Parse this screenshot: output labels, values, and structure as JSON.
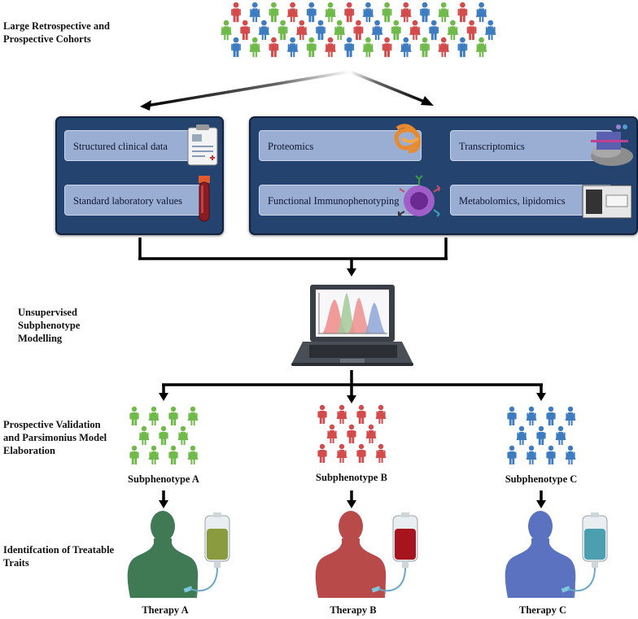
{
  "labels": {
    "cohorts": "Large Retrospective and Prospective Cohorts",
    "unsupervised": "Unsupervised Subphenotype Modelling",
    "validation": "Prospective Validation and Parsimonius Model Elaboration",
    "treatable": "Identifcation of Treatable Traits"
  },
  "left_panel": {
    "items": [
      "Structured clinical data",
      "Standard laboratory values"
    ]
  },
  "right_panel": {
    "items": [
      "Proteomics",
      "Transcriptomics",
      "Functional Immunophenotyping",
      "Metabolomics, lipidomics"
    ]
  },
  "subphenotypes": [
    {
      "name": "Subphenotype A",
      "color": "#6fba4a",
      "therapy": "Therapy A",
      "body_color": "#3f7a55",
      "fluid_color": "#8a9a3e"
    },
    {
      "name": "Subphenotype B",
      "color": "#d34b4b",
      "therapy": "Therapy B",
      "body_color": "#b94a4a",
      "fluid_color": "#a8141e"
    },
    {
      "name": "Subphenotype C",
      "color": "#3d7cc0",
      "therapy": "Therapy C",
      "body_color": "#5a72bf",
      "fluid_color": "#4b9fae"
    }
  ],
  "colors": {
    "green": "#6fba4a",
    "red": "#d34b4b",
    "blue": "#3d7cc0",
    "panel": "#25436f"
  }
}
